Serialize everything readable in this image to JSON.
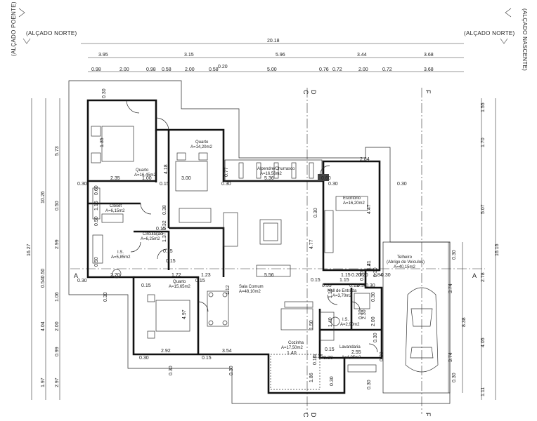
{
  "elevations": {
    "poente": "(ALÇADO POENTE)",
    "norte_left": "(ALÇADO NORTE)",
    "norte_right": "(ALÇADO NORTE)",
    "nascente": "(ALÇADO NASCENTE)"
  },
  "section_marks": {
    "a_left": "A",
    "a_right": "A",
    "c_top": "C",
    "c_bottom": "C",
    "d_top": "D",
    "d_bottom": "D",
    "f_top": "F",
    "f_bottom": "F"
  },
  "dims_top": {
    "overall": "20.18",
    "row2": [
      "3.95",
      "3.15",
      "5.96",
      "3.44",
      "3.68"
    ],
    "row3": [
      "0.98",
      "2.00",
      "0.98",
      "0.58",
      "2.00",
      "0.58",
      "0.20",
      "5.00",
      "0.76",
      "0.72",
      "2.00",
      "0.72",
      "3.68"
    ]
  },
  "dims_left": {
    "overall": "16.27",
    "row2": [
      "10.26",
      "0.540.50",
      "4.04",
      "1.97"
    ],
    "row3": [
      "5.73",
      "0.50",
      "2.99",
      "1.06",
      "2.00",
      "0.99",
      "2.97"
    ]
  },
  "dims_right": {
    "overall": "16.16",
    "row2": [
      "5.07",
      "2.78",
      "4.05",
      "1.11"
    ],
    "row3": [
      "1.55",
      "1.70",
      "3.74",
      "8.38",
      "3.74"
    ]
  },
  "interior_dims": [
    "0.30",
    "1.35",
    "2.35",
    "1.00",
    "0.15",
    "3.00",
    "0.30",
    "4.18",
    "0.77",
    "5.36",
    "0.60",
    "0.30",
    "2.84",
    "0.30",
    "0.30",
    "0.60",
    "1.15",
    "0.50",
    "0.38",
    "0.32",
    "0.15",
    "1.37",
    "0.15",
    "0.15",
    "1.15",
    "1.21",
    "0.15",
    "0.50",
    "1.72",
    "1.23",
    "5.56",
    "0.15",
    "0.55",
    "1.15",
    "1.84",
    "2.20",
    "0.30",
    "0.15",
    "4.97",
    "0.15",
    "1.12",
    "0.30",
    "4.77",
    "4.47",
    "1.41",
    "2.92",
    "0.30",
    "3.54",
    "0.30",
    "0.30",
    "1.16",
    "0.15",
    "0.30",
    "0.30",
    "1.50",
    "2.00",
    "0.30",
    "0.30",
    "2.30",
    "0.15",
    "0.15",
    "1.40",
    "2.55",
    "0.30",
    "1.86",
    "0.30",
    "0.30",
    "0.30",
    "0.30",
    "0.20",
    "0.30",
    "0.20",
    "0.30",
    "0.15",
    "0.30",
    "0.30",
    "0.30",
    "1.40",
    "0.30"
  ],
  "rooms": [
    {
      "name": "Quarto",
      "area": "A=16,45m2"
    },
    {
      "name": "Quarto",
      "area": "A=14,20m2"
    },
    {
      "name": "Alpendre/Churrasco",
      "area": "A=16,56m2"
    },
    {
      "name": "Escritório",
      "area": "A=16,20m2"
    },
    {
      "name": "Closet",
      "area": "A=6,15m2"
    },
    {
      "name": "Circulação",
      "area": "A=6,25m2"
    },
    {
      "name": "I.S.",
      "area": "A=5,85m2"
    },
    {
      "name": "Telheiro",
      "area": "(Abrigo de Veículos)",
      "area2": "A=40,15m2"
    },
    {
      "name": "Quarto",
      "area": "A=15,65m2"
    },
    {
      "name": "Sala Comum",
      "area": "A=48,10m2"
    },
    {
      "name": "Hall de Entrada",
      "area": "A=3,70m2"
    },
    {
      "name": "I.S.",
      "area": "A=2,90m2"
    },
    {
      "name": "Cozinha",
      "area": "A=17,50m2"
    },
    {
      "name": "Lavandaria",
      "area": "A=4,05m2"
    }
  ]
}
